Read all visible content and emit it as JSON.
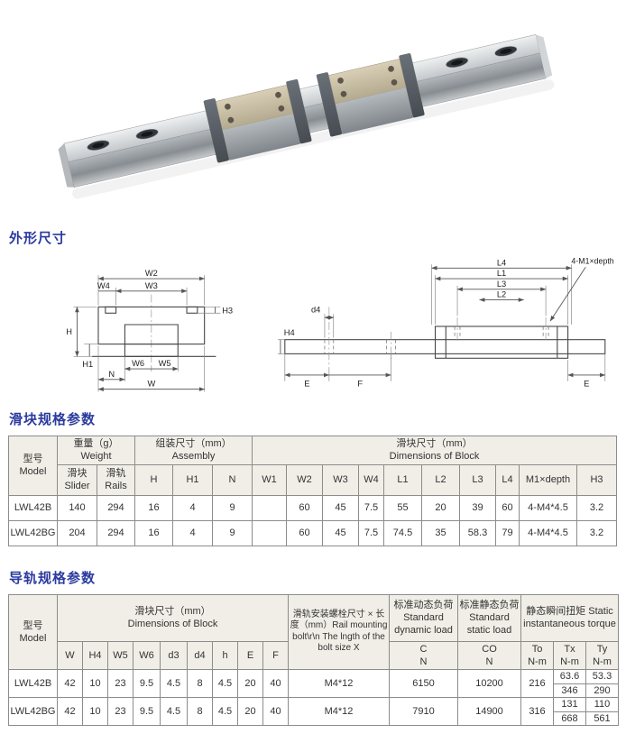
{
  "sections": {
    "outline_title": "外形尺寸",
    "slider_title": "滑块规格参数",
    "rail_title": "导轨规格参数"
  },
  "diagram": {
    "left": {
      "W2": "W2",
      "W3": "W3",
      "W4": "W4",
      "H3": "H3",
      "H": "H",
      "H1": "H1",
      "W6": "W6",
      "W5": "W5",
      "N": "N",
      "W": "W"
    },
    "right": {
      "L4": "L4",
      "L1": "L1",
      "L3": "L3",
      "L2": "L2",
      "bolt_note": "4-M1×depth",
      "d4": "d4",
      "H4": "H4",
      "E_left": "E",
      "F": "F",
      "E_right": "E"
    }
  },
  "slider_table": {
    "model_header": "型号\nModel",
    "weight_header": "重量（g）Weight",
    "weight_sub": {
      "slider": "滑块\nSlider",
      "rails": "滑轨\nRails"
    },
    "assembly_header": "组装尺寸（mm）\nAssembly",
    "block_header": "滑块尺寸（mm）\nDimensions of Block",
    "cols": {
      "H": "H",
      "H1": "H1",
      "N": "N",
      "W1": "W1",
      "W2": "W2",
      "W3": "W3",
      "W4": "W4",
      "L1": "L1",
      "L2": "L2",
      "L3": "L3",
      "L4": "L4",
      "M1": "M1×depth",
      "H3": "H3"
    },
    "rows": [
      {
        "model": "LWL42B",
        "slider": "140",
        "rails": "294",
        "H": "16",
        "H1": "4",
        "N": "9",
        "W1": "",
        "W2": "60",
        "W3": "45",
        "W4": "7.5",
        "L1": "55",
        "L2": "20",
        "L3": "39",
        "L4": "60",
        "M1": "4-M4*4.5",
        "H3": "3.2"
      },
      {
        "model": "LWL42BG",
        "slider": "204",
        "rails": "294",
        "H": "16",
        "H1": "4",
        "N": "9",
        "W1": "",
        "W2": "60",
        "W3": "45",
        "W4": "7.5",
        "L1": "74.5",
        "L2": "35",
        "L3": "58.3",
        "L4": "79",
        "M1": "4-M4*4.5",
        "H3": "3.2"
      }
    ]
  },
  "rail_table": {
    "model_header": "型号\nModel",
    "block_header": "滑块尺寸（mm）\nDimensions of Block",
    "cols": {
      "W": "W",
      "H4": "H4",
      "W5": "W5",
      "W6": "W6",
      "d3": "d3",
      "d4": "d4",
      "h": "h",
      "E": "E",
      "F": "F"
    },
    "bolt_header": "滑轨安装螺栓尺寸 × 长度（mm）Rail mounting bolt\\r\\n The lngth of the bolt size X",
    "dyn_header": "标准动态负荷\nStandard\ndynamic load",
    "dyn_sub": "C\nN",
    "stat_header": "标准静态负荷\nStandard\nstatic load",
    "stat_sub": "CO\nN",
    "torque_header": "静态瞬间扭矩 Static\ninstantaneous torque",
    "torque_sub": {
      "To": "To\nN-m",
      "Tx": "Tx\nN-m",
      "Ty": "Ty\nN-m"
    },
    "rows": [
      {
        "model": "LWL42B",
        "W": "42",
        "H4": "10",
        "W5": "23",
        "W6": "9.5",
        "d3": "4.5",
        "d4": "8",
        "h": "4.5",
        "E": "20",
        "F": "40",
        "bolt": "M4*12",
        "C": "6150",
        "CO": "10200",
        "To": "216",
        "Tx_a": "63.6",
        "Tx_b": "346",
        "Ty_a": "53.3",
        "Ty_b": "290"
      },
      {
        "model": "LWL42BG",
        "W": "42",
        "H4": "10",
        "W5": "23",
        "W6": "9.5",
        "d3": "4.5",
        "d4": "8",
        "h": "4.5",
        "E": "20",
        "F": "40",
        "bolt": "M4*12",
        "C": "7910",
        "CO": "14900",
        "To": "316",
        "Tx_a": "131",
        "Tx_b": "668",
        "Ty_a": "110",
        "Ty_b": "561"
      }
    ]
  }
}
